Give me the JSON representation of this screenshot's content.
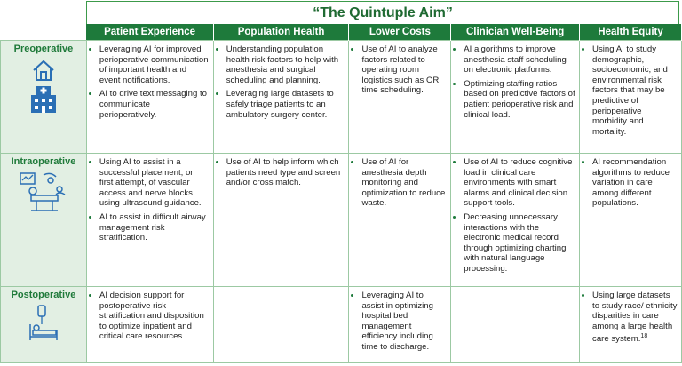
{
  "title": "“The Quintuple Aim”",
  "columns": [
    "Patient Experience",
    "Population Health",
    "Lower Costs",
    "Clinician Well-Being",
    "Health Equity"
  ],
  "rows": [
    {
      "label": "Preoperative",
      "icons": [
        "home-icon",
        "hospital-icon"
      ],
      "cells": [
        [
          "Leveraging AI for improved perioperative communication of important health and event notifications.",
          "AI to drive text messaging to communicate perioperatively."
        ],
        [
          "Understanding population health risk factors to help with anesthesia and surgical scheduling and planning.",
          "Leveraging large datasets to safely triage patients to an ambulatory surgery center."
        ],
        [
          "Use of AI to analyze factors related to operating room logistics such as OR time scheduling."
        ],
        [
          "AI algorithms to improve anesthesia staff scheduling on electronic platforms.",
          "Optimizing staffing ratios based on predictive factors of patient perioperative risk and clinical load."
        ],
        [
          "Using AI to study demographic, socioeconomic, and environmental risk factors that may be predictive of perioperative morbidity and mortality."
        ]
      ]
    },
    {
      "label": "Intraoperative",
      "icons": [
        "operating-room-icon"
      ],
      "cells": [
        [
          "Using AI to assist in a successful placement, on first attempt, of vascular access and nerve blocks using ultrasound guidance.",
          "AI to assist in difficult airway management risk stratification."
        ],
        [
          "Use of AI to help inform which patients need type and screen and/or cross match."
        ],
        [
          "Use of AI for anesthesia depth monitoring and optimization to reduce waste."
        ],
        [
          "Use of AI to reduce cognitive load in clinical care environments with smart alarms and clinical decision support tools.",
          "Decreasing unnecessary interactions with the electronic medical record through optimizing charting with natural language processing."
        ],
        [
          "AI recommendation algorithms to reduce variation in care among different populations."
        ]
      ]
    },
    {
      "label": "Postoperative",
      "icons": [
        "hospital-bed-icon"
      ],
      "cells": [
        [
          "AI decision support for postoperative risk stratification and disposition to optimize inpatient and critical care resources."
        ],
        [],
        [
          "Leveraging AI to assist in optimizing hospital bed management efficiency including time to discharge."
        ],
        [],
        [
          "Using large datasets to study race/ ethnicity disparities in care among a large health care system."
        ]
      ],
      "footnote": "18"
    }
  ],
  "colors": {
    "header_green": "#1e7a3b",
    "row_bg": "#e2efe3",
    "title_green": "#1f6a32",
    "icon_blue": "#2a6fb5"
  }
}
